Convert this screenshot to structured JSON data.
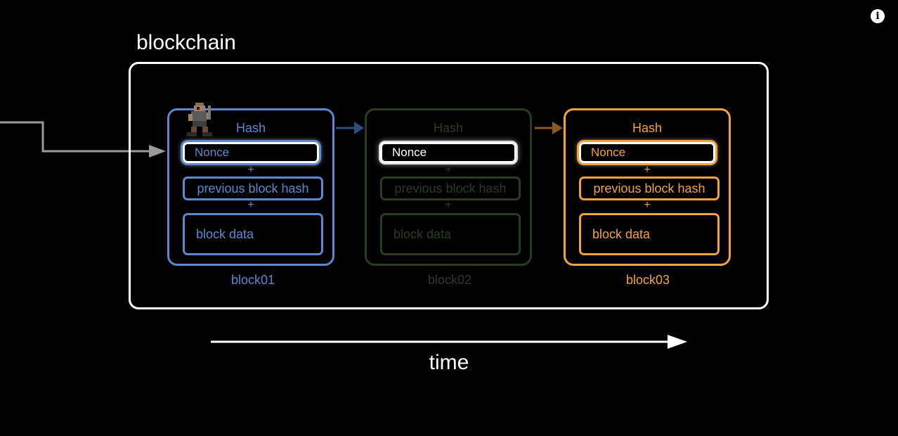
{
  "colors": {
    "block01": "#5b88cf",
    "block02": "#2c3b1f",
    "block03": "#f2a23a",
    "frame": "#ffffff",
    "entry_arrow": "#9a9a9a"
  },
  "icons": {
    "info": "info-icon",
    "miner": "miner-character-icon"
  },
  "header": {
    "info_symbol": "i"
  },
  "chain": {
    "title": "blockchain"
  },
  "blocks": [
    {
      "label": "block01",
      "hash": "Hash",
      "nonce": "Nonce",
      "plus": "+",
      "previous_hash": "previous block hash",
      "data": "block data"
    },
    {
      "label": "block02",
      "hash": "Hash",
      "nonce": "Nonce",
      "plus": "+",
      "previous_hash": "previous block hash",
      "data": "block data"
    },
    {
      "label": "block03",
      "hash": "Hash",
      "nonce": "Nonce",
      "plus": "+",
      "previous_hash": "previous block hash",
      "data": "block data"
    }
  ],
  "timeline": {
    "label": "time"
  }
}
